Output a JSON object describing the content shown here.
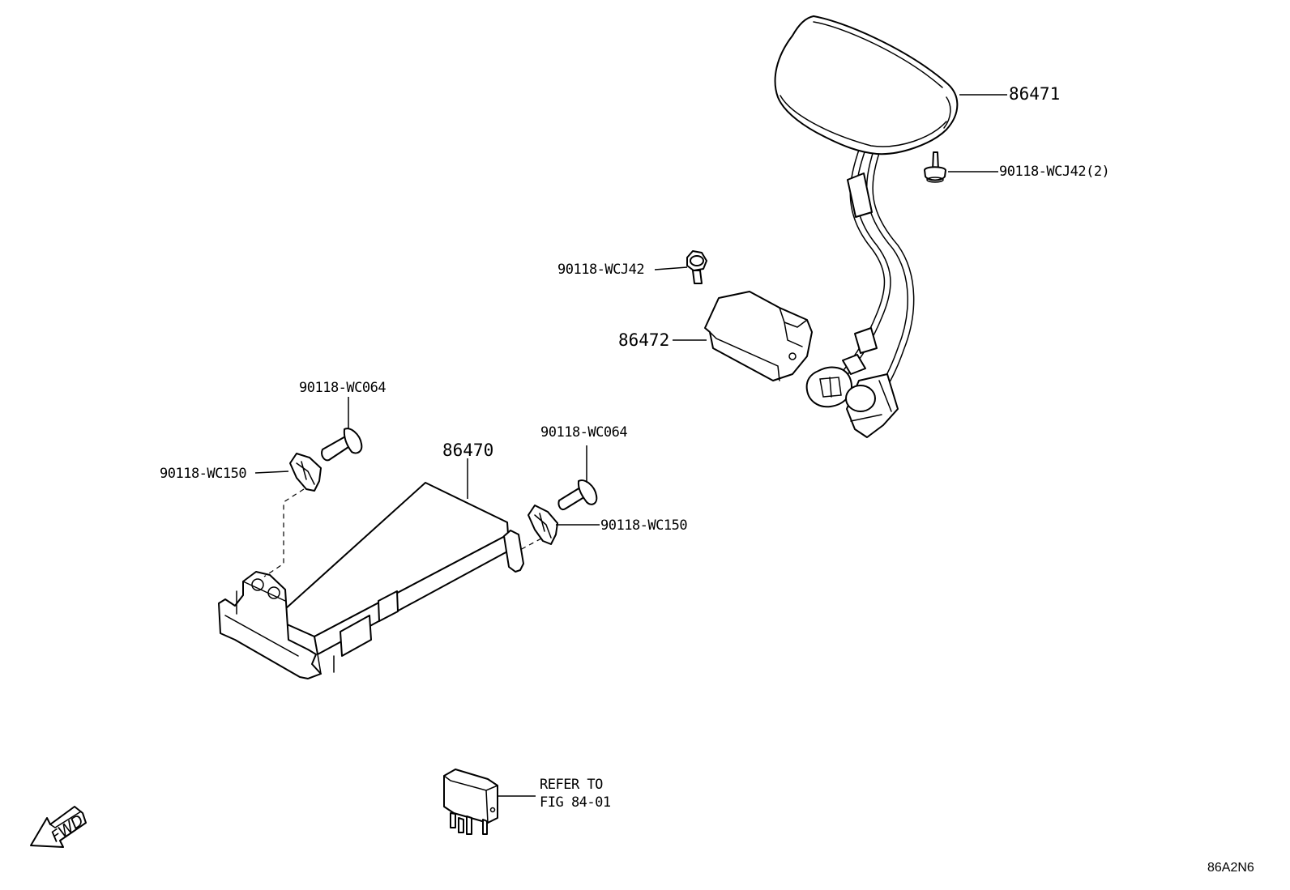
{
  "diagram": {
    "labels": {
      "p86471": "86471",
      "p90118_wcj42_2": "90118-WCJ42(2)",
      "p90118_wcj42": "90118-WCJ42",
      "p86472": "86472",
      "p90118_wc064_left": "90118-WC064",
      "p90118_wc150_left": "90118-WC150",
      "p86470": "86470",
      "p90118_wc064_right": "90118-WC064",
      "p90118_wc150_right": "90118-WC150",
      "refer_line1": "REFER TO",
      "refer_line2": "FIG 84-01",
      "fwd": "FWD",
      "figure_code": "86A2N6"
    },
    "icons": [
      "antenna-module",
      "bolt",
      "bracket",
      "clip",
      "control-unit",
      "relay",
      "fwd-arrow"
    ]
  }
}
